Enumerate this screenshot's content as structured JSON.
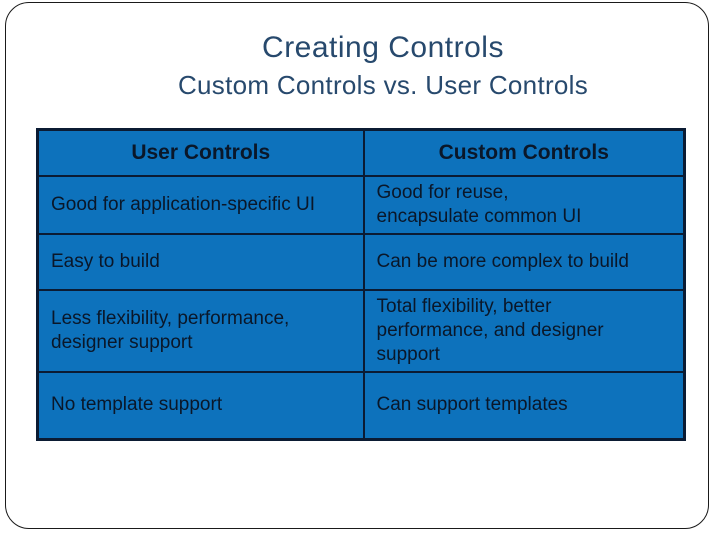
{
  "slide": {
    "title": "Creating Controls",
    "subtitle": "Custom Controls vs. User Controls"
  },
  "comparison_table": {
    "headers": {
      "left": "User Controls",
      "right": "Custom Controls"
    },
    "rows": [
      {
        "left": "Good for application-specific UI",
        "right": "Good for reuse,\nencapsulate common UI"
      },
      {
        "left": "Easy to build",
        "right": "Can be more complex to build"
      },
      {
        "left": "Less flexibility, performance,\ndesigner support",
        "right": "Total flexibility, better\nperformance, and designer\nsupport"
      },
      {
        "left": "No template support",
        "right": "Can support templates"
      }
    ]
  },
  "colors": {
    "slide_background": "#ffffff",
    "frame_border": "#1a1a1a",
    "title_text": "#27496d",
    "cell_background": "#0d72bc",
    "table_border": "#0b1b33",
    "cell_text": "#0a1729"
  }
}
